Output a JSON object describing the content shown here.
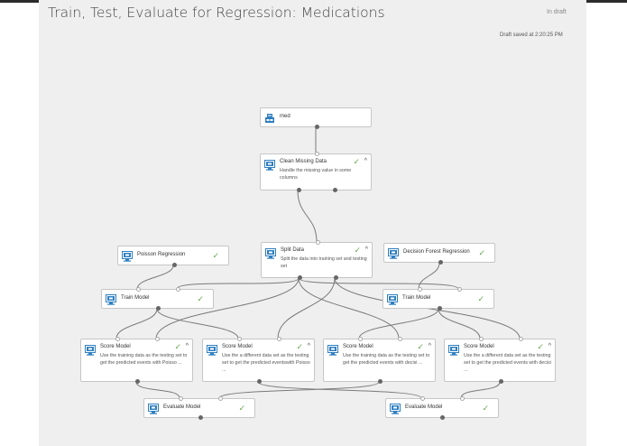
{
  "experiment": {
    "title": "Train, Test, Evaluate for Regression: Medications",
    "status": "In draft",
    "saved_text": "Draft saved at 2:20:25 PM"
  },
  "modules": {
    "med": {
      "name": "med"
    },
    "clean": {
      "name": "Clean Missing Data",
      "desc": "Handle the missing value in some columns"
    },
    "split": {
      "name": "Split Data",
      "desc": "Split the data into training set and testing set"
    },
    "poisson": {
      "name": "Poisson Regression"
    },
    "forest": {
      "name": "Decision Forest Regression"
    },
    "train1": {
      "name": "Train Model"
    },
    "train2": {
      "name": "Train Model"
    },
    "score1": {
      "name": "Score Model",
      "desc": "Use the training data as the testing set to get the predicted events with Poisso ..."
    },
    "score2": {
      "name": "Score Model",
      "desc": "Use the a different data set as the testing set to get the predicted eventswith Poisso ..."
    },
    "score3": {
      "name": "Score Model",
      "desc": "Use the training data as the testing set to get the predicted events with decisi ..."
    },
    "score4": {
      "name": "Score Model",
      "desc": "Use the a different data set as the testing set to get the predicted events with decisi ..."
    },
    "eval1": {
      "name": "Evaluate Model"
    },
    "eval2": {
      "name": "Evaluate Model"
    }
  },
  "glyphs": {
    "check": "✓",
    "caret": "^"
  },
  "icons": {
    "dataset": "dataset-icon",
    "module": "module-icon"
  },
  "colors": {
    "accent": "#2f7fc1",
    "check": "#6aa84f",
    "wire": "#7a7a7a"
  }
}
